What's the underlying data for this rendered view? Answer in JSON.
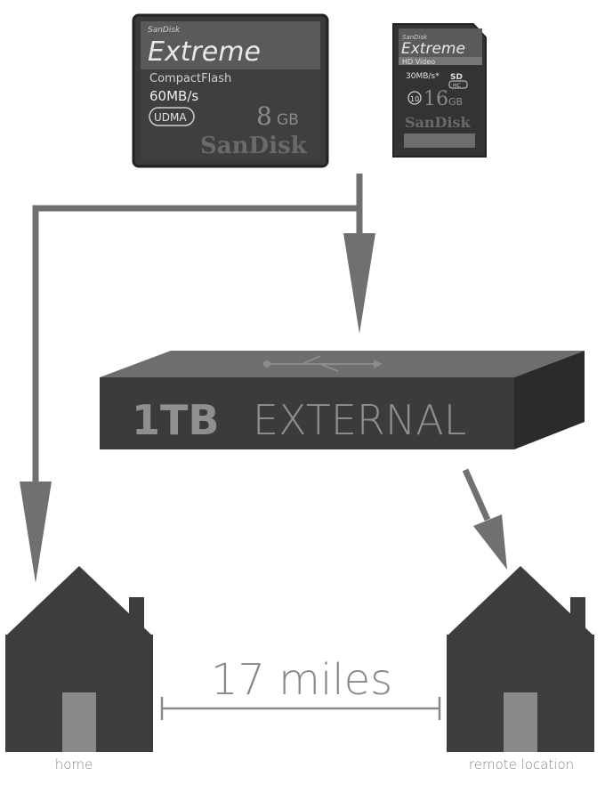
{
  "cf_card": {
    "brand_small": "SanDisk",
    "product": "Extreme",
    "type": "CompactFlash",
    "speed": "60MB/s",
    "badge": "UDMA",
    "capacity_num": "8",
    "capacity_unit": "GB",
    "brand": "SanDisk"
  },
  "sd_card": {
    "brand_small": "SanDisk",
    "product": "Extreme",
    "subtitle": "HD Video",
    "speed": "30MB/s*",
    "logo": "SD",
    "logo_sub": "HC",
    "class": "10",
    "capacity_num": "16",
    "capacity_unit": "GB",
    "brand": "SanDisk"
  },
  "drive": {
    "capacity": "1TB",
    "label": "EXTERNAL"
  },
  "houses": {
    "left_label": "home",
    "right_label": "remote location"
  },
  "distance": {
    "label": "17 miles"
  },
  "colors": {
    "arrow": "#707070",
    "house": "#3d3d3d",
    "door": "#8a8a8a",
    "drive_top": "#6e6e6e",
    "drive_front": "#3b3b3b",
    "drive_side": "#2b2b2b",
    "text_gray": "#888888"
  }
}
